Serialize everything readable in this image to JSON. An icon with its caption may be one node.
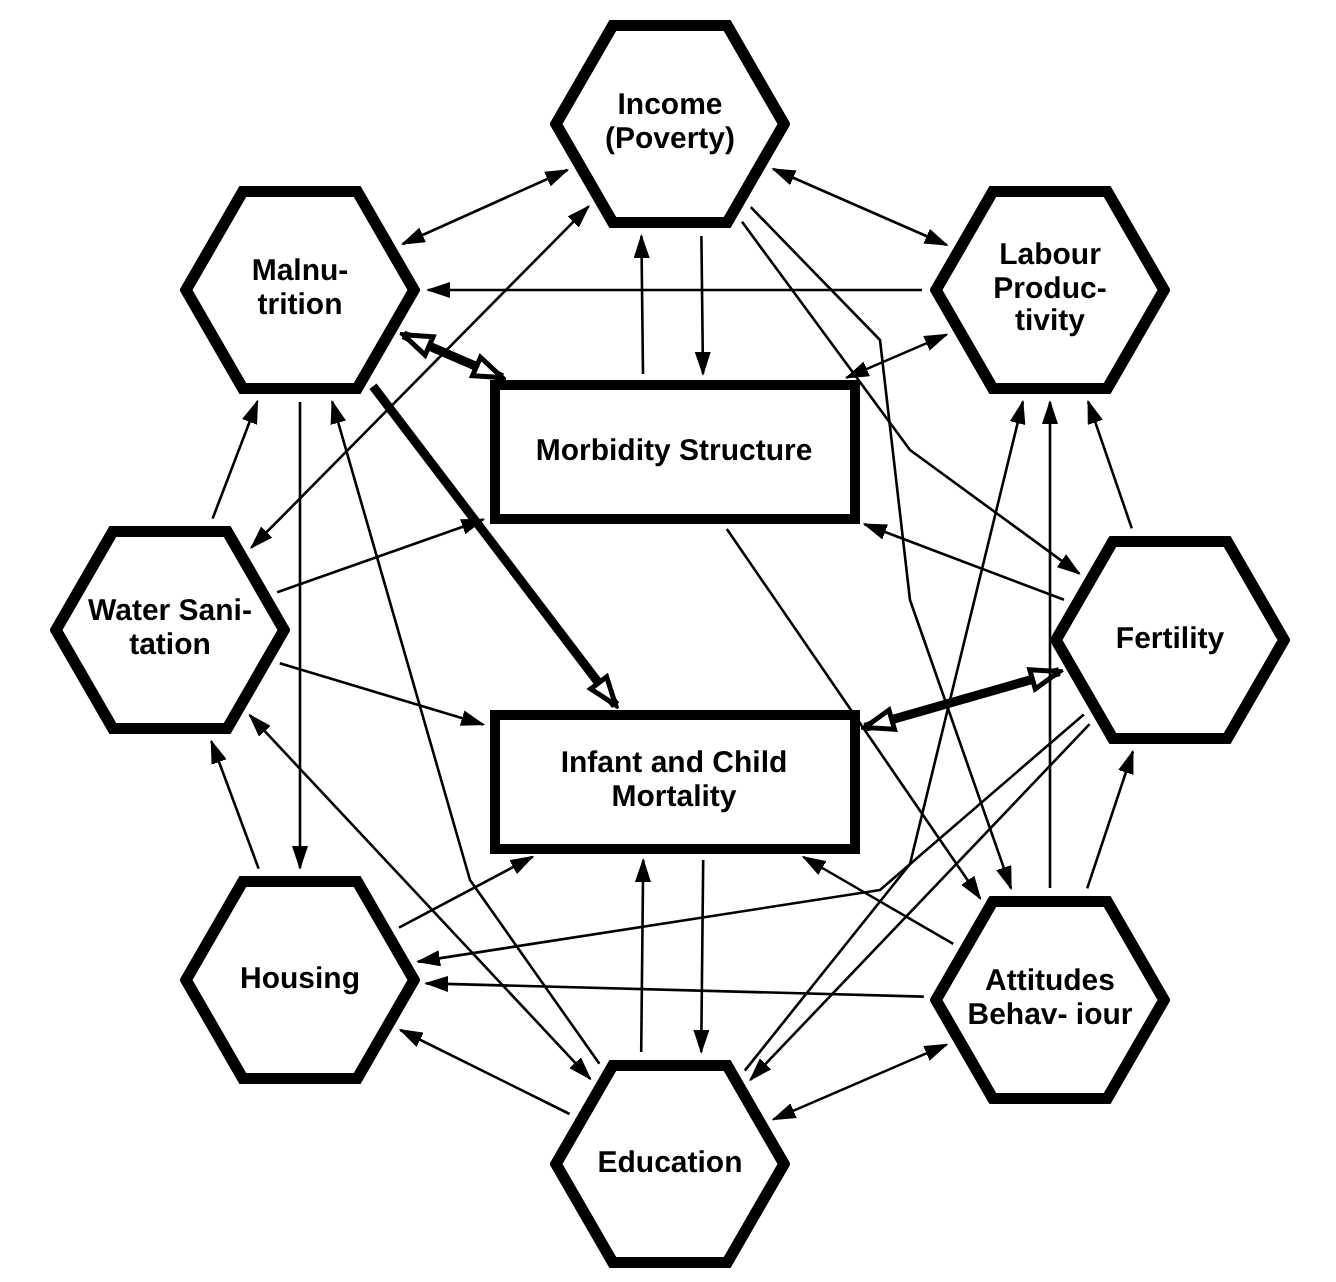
{
  "diagram": {
    "nodes": [
      {
        "text": [
          "Income (Poverty)"
        ]
      },
      {
        "text": [
          "Labour Produc- tivity"
        ]
      },
      {
        "text": [
          "Malnu- trition"
        ]
      },
      {
        "text": [
          "Morbidity Structure"
        ]
      },
      {
        "text": [
          "Water Sani- tation"
        ]
      },
      {
        "text": [
          "Fertility"
        ]
      },
      {
        "text": [
          "Infant and Child Mortality"
        ]
      },
      {
        "text": [
          "Housing"
        ]
      },
      {
        "text": [
          "Attitudes Behav- iour"
        ]
      },
      {
        "text": [
          "Education"
        ]
      }
    ],
    "edges": [
      {
        "from": 0,
        "to": 2,
        "arrow": "both"
      },
      {
        "from": 0,
        "to": 1,
        "arrow": "both"
      },
      {
        "from": 4,
        "to": 2,
        "arrow": "to"
      },
      {
        "from": 5,
        "to": 1,
        "arrow": "to"
      },
      {
        "from": 7,
        "to": 4,
        "arrow": "to"
      },
      {
        "from": 8,
        "to": 5,
        "arrow": "to"
      },
      {
        "from": 9,
        "to": 7,
        "arrow": "to"
      },
      {
        "from": 9,
        "to": 8,
        "arrow": "both"
      },
      {
        "from": 2,
        "to": 3,
        "arrow": "both",
        "style": "thick"
      },
      {
        "from": 2,
        "to": 6,
        "arrow": "to",
        "style": "thick"
      },
      {
        "from": 5,
        "to": 6,
        "arrow": "both",
        "style": "thick"
      },
      {
        "from": 0,
        "to": 4,
        "arrow": "both"
      },
      {
        "from": 3,
        "to": 0,
        "arrow": "to"
      },
      {
        "from": 0,
        "to": 3,
        "arrow": "to"
      },
      {
        "from": 1,
        "to": 3,
        "arrow": "both"
      },
      {
        "from": 1,
        "to": 2,
        "arrow": "to"
      },
      {
        "from": 0,
        "to": 5,
        "arrow": "to"
      },
      {
        "from": 0,
        "to": 8,
        "arrow": "to"
      },
      {
        "from": 4,
        "to": 3,
        "arrow": "to"
      },
      {
        "from": 4,
        "to": 6,
        "arrow": "to"
      },
      {
        "from": 2,
        "to": 7,
        "arrow": "to"
      },
      {
        "from": 9,
        "to": 2,
        "arrow": "to"
      },
      {
        "from": 7,
        "to": 6,
        "arrow": "to"
      },
      {
        "from": 9,
        "to": 6,
        "arrow": "to"
      },
      {
        "from": 6,
        "to": 9,
        "arrow": "to"
      },
      {
        "from": 4,
        "to": 9,
        "arrow": "both"
      },
      {
        "from": 5,
        "to": 3,
        "arrow": "to"
      },
      {
        "from": 5,
        "to": 7,
        "arrow": "to"
      },
      {
        "from": 5,
        "to": 9,
        "arrow": "to"
      },
      {
        "from": 8,
        "to": 7,
        "arrow": "to"
      },
      {
        "from": 8,
        "to": 1,
        "arrow": "to"
      },
      {
        "from": 9,
        "to": 1,
        "arrow": "to"
      },
      {
        "from": 3,
        "to": 8,
        "arrow": "to"
      },
      {
        "from": 8,
        "to": 6,
        "arrow": "to"
      }
    ]
  }
}
